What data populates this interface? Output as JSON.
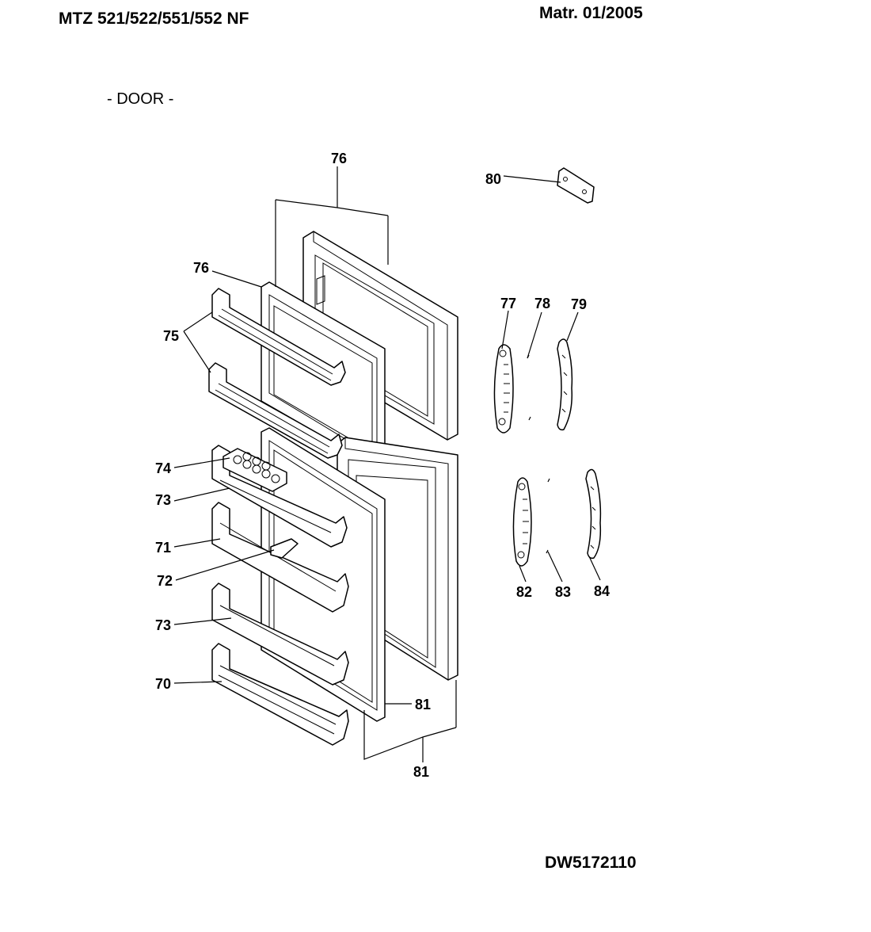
{
  "header": {
    "model": "MTZ 521/522/551/552 NF",
    "material": "Matr.  01/2005"
  },
  "section_title": "- DOOR -",
  "drawing_number": "DW5172110",
  "callouts": {
    "door_frame_top": "76",
    "door_liner_top": "76",
    "shelf_upper": "75",
    "egg_tray": "74",
    "shelf_a": "73",
    "shelf_bottle": "71",
    "bottle_holder": "72",
    "shelf_b": "73",
    "shelf_bottom": "70",
    "door_liner_bottom": "81",
    "door_frame_bottom": "81",
    "hinge_cover": "80",
    "handle_top": "77",
    "screw_top": "78",
    "handle_cap_top": "79",
    "handle_bottom": "82",
    "screw_bottom": "83",
    "handle_cap_bottom": "84"
  }
}
